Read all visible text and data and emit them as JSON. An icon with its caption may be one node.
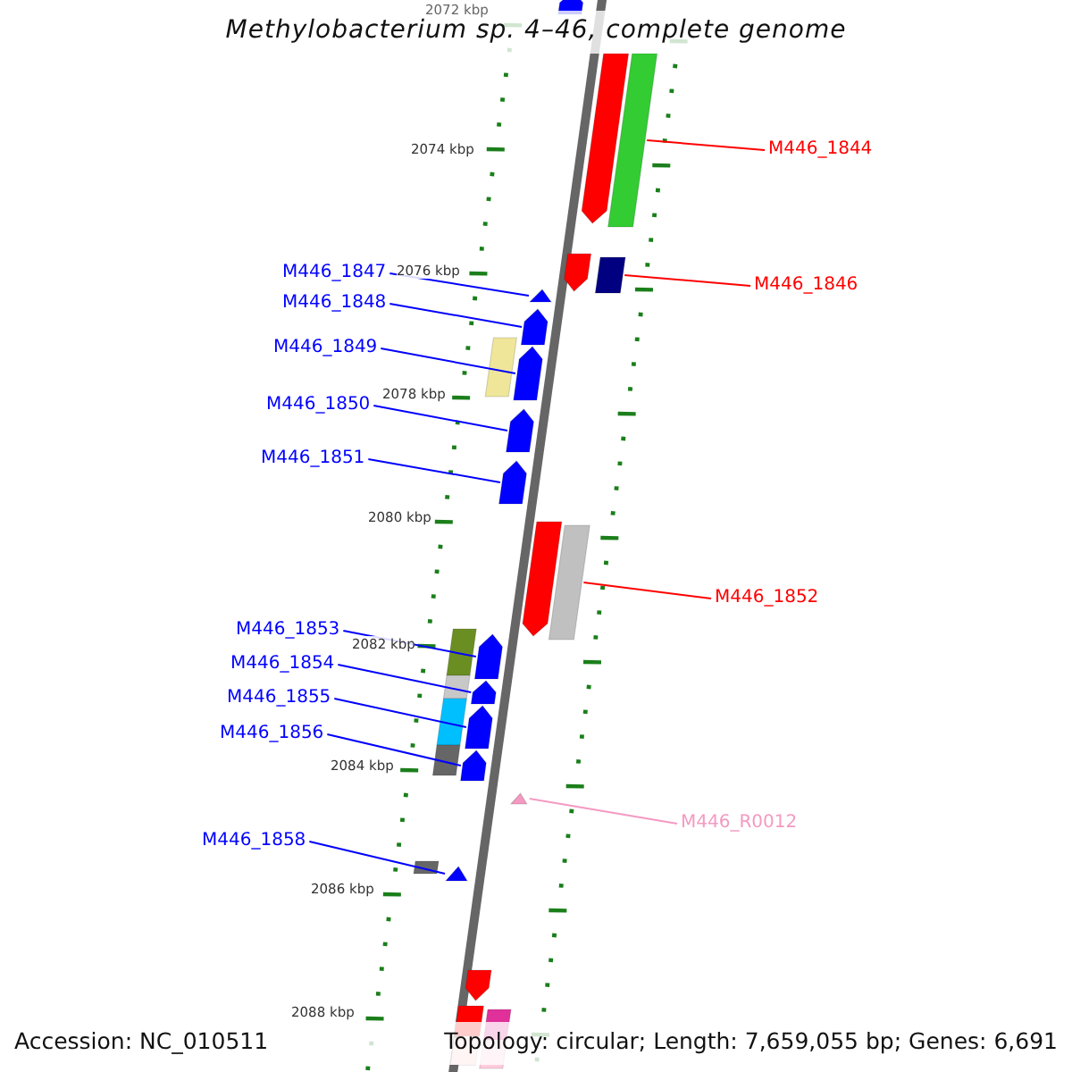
{
  "diagram": {
    "title": "Methylobacterium sp. 4–46, complete genome",
    "nodes": [
      {
        "text": [
          "M446_1844"
        ]
      },
      {
        "text": [
          "M446_1847"
        ]
      },
      {
        "text": [
          "M446_1846"
        ]
      },
      {
        "text": [
          "M446_1848"
        ]
      },
      {
        "text": [
          "M446_1849"
        ]
      },
      {
        "text": [
          "M446_1850"
        ]
      },
      {
        "text": [
          "M446_1851"
        ]
      },
      {
        "text": [
          "M446_1852"
        ]
      },
      {
        "text": [
          "M446_1853"
        ]
      },
      {
        "text": [
          "M446_1854"
        ]
      },
      {
        "text": [
          "M446_1855"
        ]
      },
      {
        "text": [
          "M446_1856"
        ]
      },
      {
        "text": [
          "M446_R0012"
        ]
      },
      {
        "text": [
          "M446_1858"
        ]
      },
      {
        "text": [],
        "shape": "arrow"
      },
      {
        "text": [],
        "shape": "arrow"
      },
      {
        "text": [],
        "shape": "bar"
      },
      {
        "text": [],
        "shape": "arrow"
      },
      {
        "text": [],
        "shape": "bar"
      },
      {
        "text": [],
        "shape": "triangle"
      },
      {
        "text": [],
        "shape": "arrow"
      },
      {
        "text": [],
        "shape": "bar"
      },
      {
        "text": [],
        "shape": "arrow"
      },
      {
        "text": [],
        "shape": "arrow"
      },
      {
        "text": [],
        "shape": "arrow"
      },
      {
        "text": [],
        "shape": "arrow"
      },
      {
        "text": [],
        "shape": "bar"
      },
      {
        "text": [],
        "shape": "bar"
      },
      {
        "text": [],
        "shape": "arrow"
      },
      {
        "text": [],
        "shape": "bar"
      },
      {
        "text": [],
        "shape": "arrow"
      },
      {
        "text": [],
        "shape": "bar"
      },
      {
        "text": [],
        "shape": "arrow"
      },
      {
        "text": [],
        "shape": "bar"
      },
      {
        "text": [],
        "shape": "arrow"
      },
      {
        "text": [],
        "shape": "triangle"
      },
      {
        "text": [],
        "shape": "bar"
      },
      {
        "text": [],
        "shape": "triangle"
      },
      {
        "text": [],
        "shape": "arrow"
      },
      {
        "text": [],
        "shape": "bar"
      },
      {
        "text": [],
        "shape": "bar"
      },
      {
        "text": [],
        "shape": "bar"
      },
      {
        "text": [],
        "shape": "bar"
      }
    ],
    "edges": [
      {
        "from": 0,
        "to": 16,
        "arrow": "none",
        "color": "#ff0000"
      },
      {
        "from": 1,
        "to": 19,
        "arrow": "none"
      },
      {
        "from": 2,
        "to": 18,
        "arrow": "none",
        "color": "#ff0000"
      },
      {
        "from": 3,
        "to": 20,
        "arrow": "none"
      },
      {
        "from": 4,
        "to": 22,
        "arrow": "none"
      },
      {
        "from": 5,
        "to": 23,
        "arrow": "none"
      },
      {
        "from": 6,
        "to": 24,
        "arrow": "none"
      },
      {
        "from": 7,
        "to": 26,
        "arrow": "none",
        "color": "#ff0000"
      },
      {
        "from": 8,
        "to": 28,
        "arrow": "none"
      },
      {
        "from": 9,
        "to": 30,
        "arrow": "none"
      },
      {
        "from": 10,
        "to": 32,
        "arrow": "none"
      },
      {
        "from": 11,
        "to": 34,
        "arrow": "none"
      },
      {
        "from": 12,
        "to": 35,
        "arrow": "none",
        "color": "#f49ac1"
      },
      {
        "from": 13,
        "to": 37,
        "arrow": "none"
      }
    ],
    "labels": [
      "2072 kbp",
      "2074 kbp",
      "2076 kbp",
      "2078 kbp",
      "2080 kbp",
      "2082 kbp",
      "2084 kbp",
      "2086 kbp",
      "2088 kbp",
      "Accession: NC_010511",
      "Topology: circular; Length: 7,659,055 bp; Genes: 6,691"
    ]
  }
}
